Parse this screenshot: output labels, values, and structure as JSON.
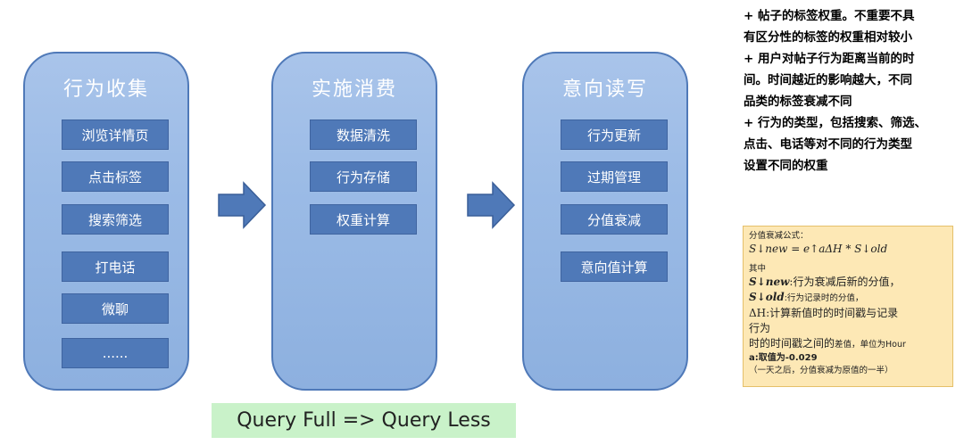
{
  "stages": [
    {
      "title": "行为收集",
      "items": [
        "浏览详情页",
        "点击标签",
        "搜索筛选",
        "打电话",
        "微聊",
        "......"
      ]
    },
    {
      "title": "实施消费",
      "items": [
        "数据清洗",
        "行为存储",
        "权重计算"
      ]
    },
    {
      "title": "意向读写",
      "items": [
        "行为更新",
        "过期管理",
        "分值衰减",
        "意向值计算"
      ]
    }
  ],
  "notes": [
    "+ 帖子的标签权重。不重要不具",
    "有区分性的标签的权重相对较小",
    "+ 用户对帖子行为距离当前的时",
    "间。时间越近的影响越大，不同",
    "品类的标签衰减不同",
    "+ 行为的类型，包括搜索、筛选、",
    "点击、电话等对不同的行为类型",
    "设置不同的权重"
  ],
  "formula_box": {
    "heading": "分值衰减公式：",
    "formula": "S↓new = e↑aΔH * S↓old",
    "where": "其中",
    "line1_var": "S↓new",
    "line1_text": ":行为衰减后新的分值，",
    "line2_var": "S↓old",
    "line2_text": ":行为记录时的分值，",
    "line3": "ΔH:计算新值时的时间戳与记录",
    "line4": "行为",
    "line5_main": "时的时间戳之间的",
    "line5_small": "差值，单位为Hour",
    "line6": "a:取值为-0.029",
    "line7": "（一天之后，分值衰减为原值的一半）"
  },
  "footer": {
    "query_text": "Query Full => Query Less"
  },
  "colors": {
    "stage_fill": "#9bbbe6",
    "stage_border": "#4f79b8",
    "step_fill": "#4f79b8",
    "arrow_fill": "#4f79b8",
    "formula_bg": "#fde8b5",
    "query_bg": "#c9f2c9"
  }
}
